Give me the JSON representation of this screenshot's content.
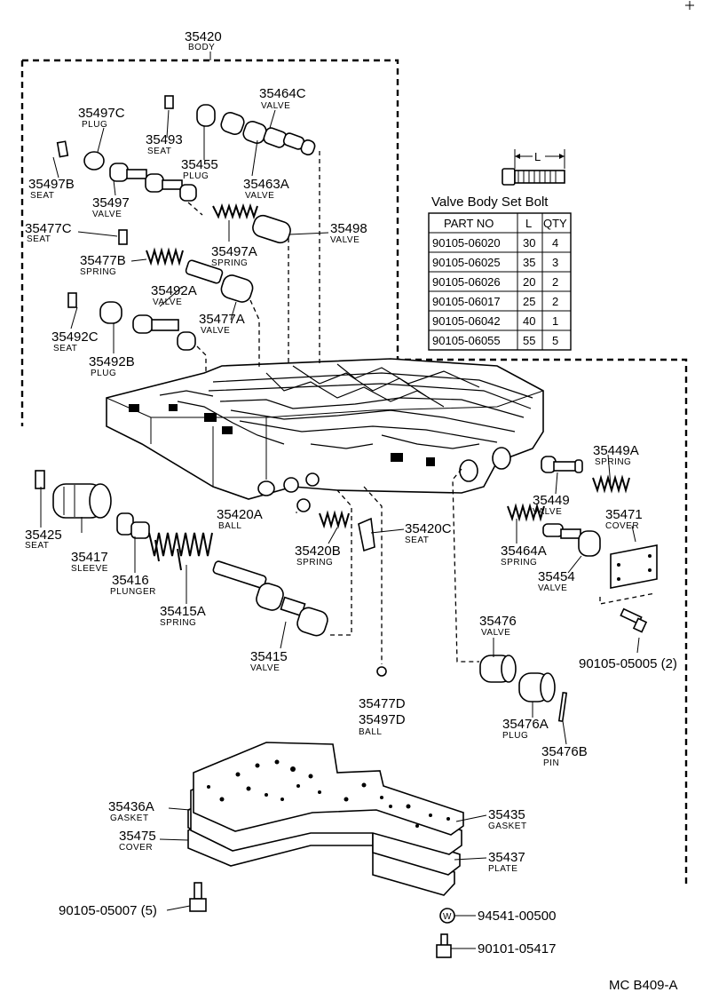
{
  "body_part": {
    "number": "35420",
    "label": "BODY"
  },
  "callouts": [
    {
      "id": "35464C",
      "number": "35464C",
      "label": "VALVE"
    },
    {
      "id": "35497C",
      "number": "35497C",
      "label": "PLUG"
    },
    {
      "id": "35493",
      "number": "35493",
      "label": "SEAT"
    },
    {
      "id": "35455",
      "number": "35455",
      "label": "PLUG"
    },
    {
      "id": "35463A",
      "number": "35463A",
      "label": "VALVE"
    },
    {
      "id": "35497B",
      "number": "35497B",
      "label": "SEAT"
    },
    {
      "id": "35497",
      "number": "35497",
      "label": "VALVE"
    },
    {
      "id": "35477C",
      "number": "35477C",
      "label": "SEAT"
    },
    {
      "id": "35497A",
      "number": "35497A",
      "label": "SPRING"
    },
    {
      "id": "35498",
      "number": "35498",
      "label": "VALVE"
    },
    {
      "id": "35477B",
      "number": "35477B",
      "label": "SPRING"
    },
    {
      "id": "35492A",
      "number": "35492A",
      "label": "VALVE"
    },
    {
      "id": "35477A",
      "number": "35477A",
      "label": "VALVE"
    },
    {
      "id": "35492C",
      "number": "35492C",
      "label": "SEAT"
    },
    {
      "id": "35492B",
      "number": "35492B",
      "label": "PLUG"
    },
    {
      "id": "35449A",
      "number": "35449A",
      "label": "SPRING"
    },
    {
      "id": "35449",
      "number": "35449",
      "label": "VALVE"
    },
    {
      "id": "35471",
      "number": "35471",
      "label": "COVER"
    },
    {
      "id": "35464A",
      "number": "35464A",
      "label": "SPRING"
    },
    {
      "id": "35454",
      "number": "35454",
      "label": "VALVE"
    },
    {
      "id": "35420A",
      "number": "35420A",
      "label": "BALL"
    },
    {
      "id": "35420C",
      "number": "35420C",
      "label": "SEAT"
    },
    {
      "id": "35420B",
      "number": "35420B",
      "label": "SPRING"
    },
    {
      "id": "35425",
      "number": "35425",
      "label": "SEAT"
    },
    {
      "id": "35417",
      "number": "35417",
      "label": "SLEEVE"
    },
    {
      "id": "35416",
      "number": "35416",
      "label": "PLUNGER"
    },
    {
      "id": "35415A",
      "number": "35415A",
      "label": "SPRING"
    },
    {
      "id": "35415",
      "number": "35415",
      "label": "VALVE"
    },
    {
      "id": "35476",
      "number": "35476",
      "label": "VALVE"
    },
    {
      "id": "35476A",
      "number": "35476A",
      "label": "PLUG"
    },
    {
      "id": "35476B",
      "number": "35476B",
      "label": "PIN"
    },
    {
      "id": "35436A",
      "number": "35436A",
      "label": "GASKET"
    },
    {
      "id": "35475",
      "number": "35475",
      "label": "COVER"
    },
    {
      "id": "35435",
      "number": "35435",
      "label": "GASKET"
    },
    {
      "id": "35437",
      "number": "35437",
      "label": "PLATE"
    }
  ],
  "ball_callout": {
    "number_1": "35477D",
    "number_2": "35497D",
    "label": "BALL"
  },
  "bolts": [
    {
      "id": "bolt-05005",
      "text": "90105-05005 (2)"
    },
    {
      "id": "bolt-05007",
      "text": "90105-05007 (5)"
    },
    {
      "id": "washer-00500",
      "text": "94541-00500"
    },
    {
      "id": "bolt-05417",
      "text": "90101-05417"
    }
  ],
  "washer_symbol": "W",
  "bolt_table": {
    "title": "Valve Body Set Bolt",
    "dimension_label": "L",
    "headers": [
      "PART NO",
      "L",
      "QTY"
    ],
    "rows": [
      [
        "90105-06020",
        "30",
        "4"
      ],
      [
        "90105-06025",
        "35",
        "3"
      ],
      [
        "90105-06026",
        "20",
        "2"
      ],
      [
        "90105-06017",
        "25",
        "2"
      ],
      [
        "90105-06042",
        "40",
        "1"
      ],
      [
        "90105-06055",
        "55",
        "5"
      ]
    ]
  },
  "figure_code": "MC B409-A"
}
